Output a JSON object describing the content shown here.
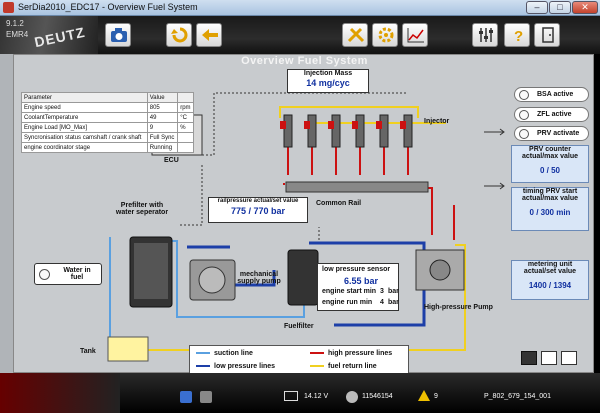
{
  "window": {
    "title": "SerDia2010_EDC17 - Overview Fuel System"
  },
  "brand": {
    "version": "9.1.2",
    "ecu": "EMR4",
    "logo_text": "DEUTZ"
  },
  "toolbar": {
    "buttons": [
      "camera-icon",
      "refresh-icon",
      "back-arrow-icon",
      "tools-icon",
      "engine-gear-icon",
      "chart-icon",
      "settings-sliders-icon",
      "help-icon",
      "exit-door-icon"
    ]
  },
  "panel": {
    "title": "Overview Fuel System"
  },
  "params": {
    "headers": [
      "Parameter",
      "Value",
      ""
    ],
    "rows": [
      [
        "Engine speed",
        "805",
        "rpm"
      ],
      [
        "CoolantTemperature",
        "49",
        "°C"
      ],
      [
        "Engine Load [MO_Max]",
        "9",
        "%"
      ],
      [
        "Syncronisation status camshaft / crank shaft",
        "Full Sync",
        ""
      ],
      [
        "engine coordinator stage",
        "Running",
        ""
      ]
    ]
  },
  "injection_mass": {
    "label": "Injection Mass",
    "value": "14 mg/cyc"
  },
  "injector_label": "Injector",
  "ecu_label": "ECU",
  "common_rail_label": "Common Rail",
  "railpressure": {
    "label": "railpressure actual/set value",
    "value": "775 / 770 bar"
  },
  "status": [
    {
      "label": "BSA active"
    },
    {
      "label": "ZFL active"
    },
    {
      "label": "PRV activate"
    }
  ],
  "prv_counter": {
    "label": "PRV counter actual/max value",
    "value": "0 / 50"
  },
  "timing_prv": {
    "label": "timing PRV start actual/max value",
    "value": "0 / 300 min"
  },
  "metering": {
    "label": "metering unit actual/set value",
    "value": "1400 / 1394"
  },
  "prefilter_label": "Prefilter with water seperator",
  "water_in_fuel_label": "Water in fuel",
  "tank_label": "Tank",
  "supply_pump_label": "mechanical supply pump",
  "fuelfilter_label": "Fuelfilter",
  "hp_pump_label": "High-pressure Pump",
  "low_pressure": {
    "label": "low pressure sensor",
    "value": "6.55 bar",
    "start_label": "engine start min",
    "start_val": "3",
    "start_unit": "bar",
    "run_label": "engine run   min",
    "run_val": "4",
    "run_unit": "bar"
  },
  "legend": {
    "suction": "suction line",
    "low": "low pressure lines",
    "high": "high pressure lines",
    "return": "fuel return line"
  },
  "colors": {
    "suction": "#5aa0e0",
    "low": "#1d3fa8",
    "high": "#cc1111",
    "return": "#f0d020"
  },
  "taskbar": {
    "voltage": "14.12 V",
    "counter": "11546154",
    "warnings": "9",
    "part": "P_802_679_154_001"
  }
}
